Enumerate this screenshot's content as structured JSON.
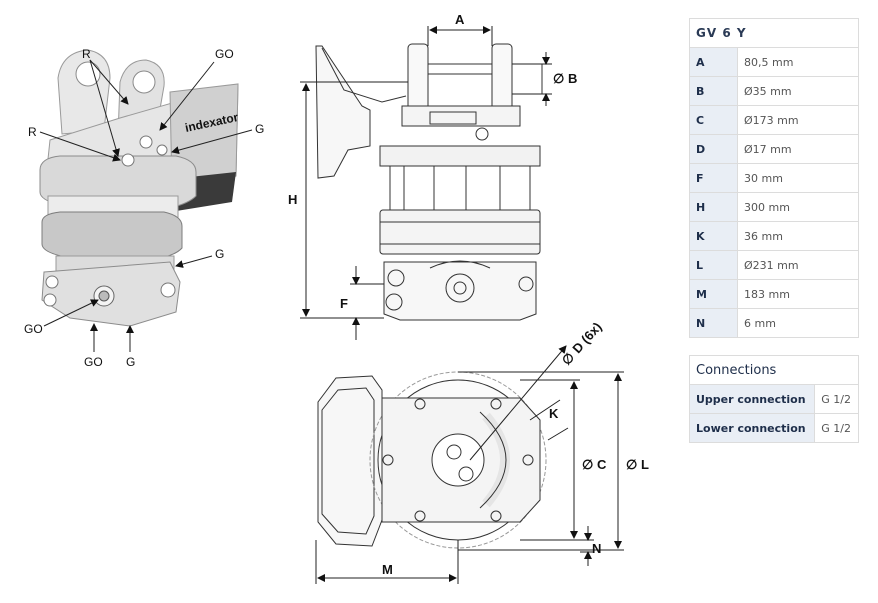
{
  "labels": {
    "iso": {
      "r1": "R",
      "go1": "GO",
      "r2": "R",
      "g1": "G",
      "g2": "G",
      "go2": "GO",
      "go3": "GO",
      "g3": "G",
      "logo": "indexator"
    },
    "dims": {
      "a": "A",
      "b": "B",
      "h": "H",
      "f": "F",
      "d": "D (6x)",
      "k": "K",
      "c": "C",
      "l": "L",
      "m": "M",
      "n": "N",
      "diameter": "∅"
    }
  },
  "spec_table": {
    "title": "GV 6 Y",
    "rows": [
      {
        "key": "A",
        "value": "80,5 mm"
      },
      {
        "key": "B",
        "value": "Ø35 mm"
      },
      {
        "key": "C",
        "value": "Ø173 mm"
      },
      {
        "key": "D",
        "value": "Ø17 mm"
      },
      {
        "key": "F",
        "value": "30 mm"
      },
      {
        "key": "H",
        "value": "300 mm"
      },
      {
        "key": "K",
        "value": "36 mm"
      },
      {
        "key": "L",
        "value": "Ø231 mm"
      },
      {
        "key": "M",
        "value": "183 mm"
      },
      {
        "key": "N",
        "value": "6 mm"
      }
    ]
  },
  "connections_table": {
    "title": "Connections",
    "rows": [
      {
        "key": "Upper connection",
        "value": "G 1/2"
      },
      {
        "key": "Lower connection",
        "value": "G 1/2"
      }
    ]
  },
  "colors": {
    "accent_bg": "#e9eef5",
    "border": "#dcdcdc",
    "ink": "#1e2e4a",
    "iso_body": "#d9d9d9",
    "iso_dark": "#3a3a3a"
  }
}
